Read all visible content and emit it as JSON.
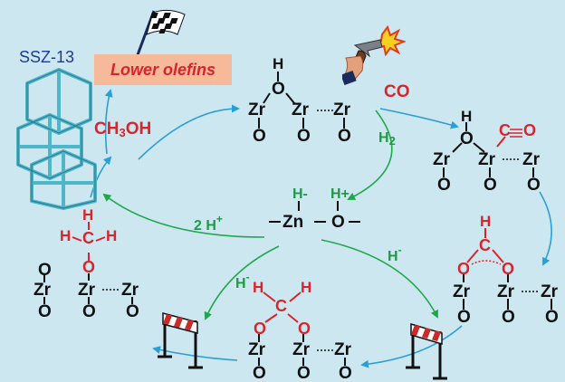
{
  "header": {
    "zeolite_label": "SSZ-13",
    "product_label": "Lower olefins"
  },
  "species": {
    "methanol": {
      "main": "CH",
      "sub": "3",
      "tail": "OH"
    },
    "carbon_monoxide": "CO",
    "hydrogen": {
      "main": "H",
      "sub": "2"
    },
    "two_protons": {
      "main": "2 H",
      "sup": "+"
    },
    "hydride_left": {
      "main": "H",
      "sup": "-"
    },
    "hydride_right": {
      "main": "H",
      "sup": "-"
    }
  },
  "atoms": {
    "zr": "Zr",
    "o": "O",
    "h": "H",
    "c": "C",
    "zn": "Zn",
    "h_plus": "H+",
    "h_minus": "H-"
  },
  "colors": {
    "background": "#cde7f1",
    "cycle_arrow": "#2b9fd3",
    "hydrogen_arrow": "#1fa84a",
    "accent_red": "#d8242c",
    "banner": "#f6b99a",
    "zeolite": "#4fb6c8"
  },
  "icons": [
    "zeolite-framework-icon",
    "checkered-flag-icon",
    "pistol-icon",
    "roadblock-barrier-icon"
  ]
}
